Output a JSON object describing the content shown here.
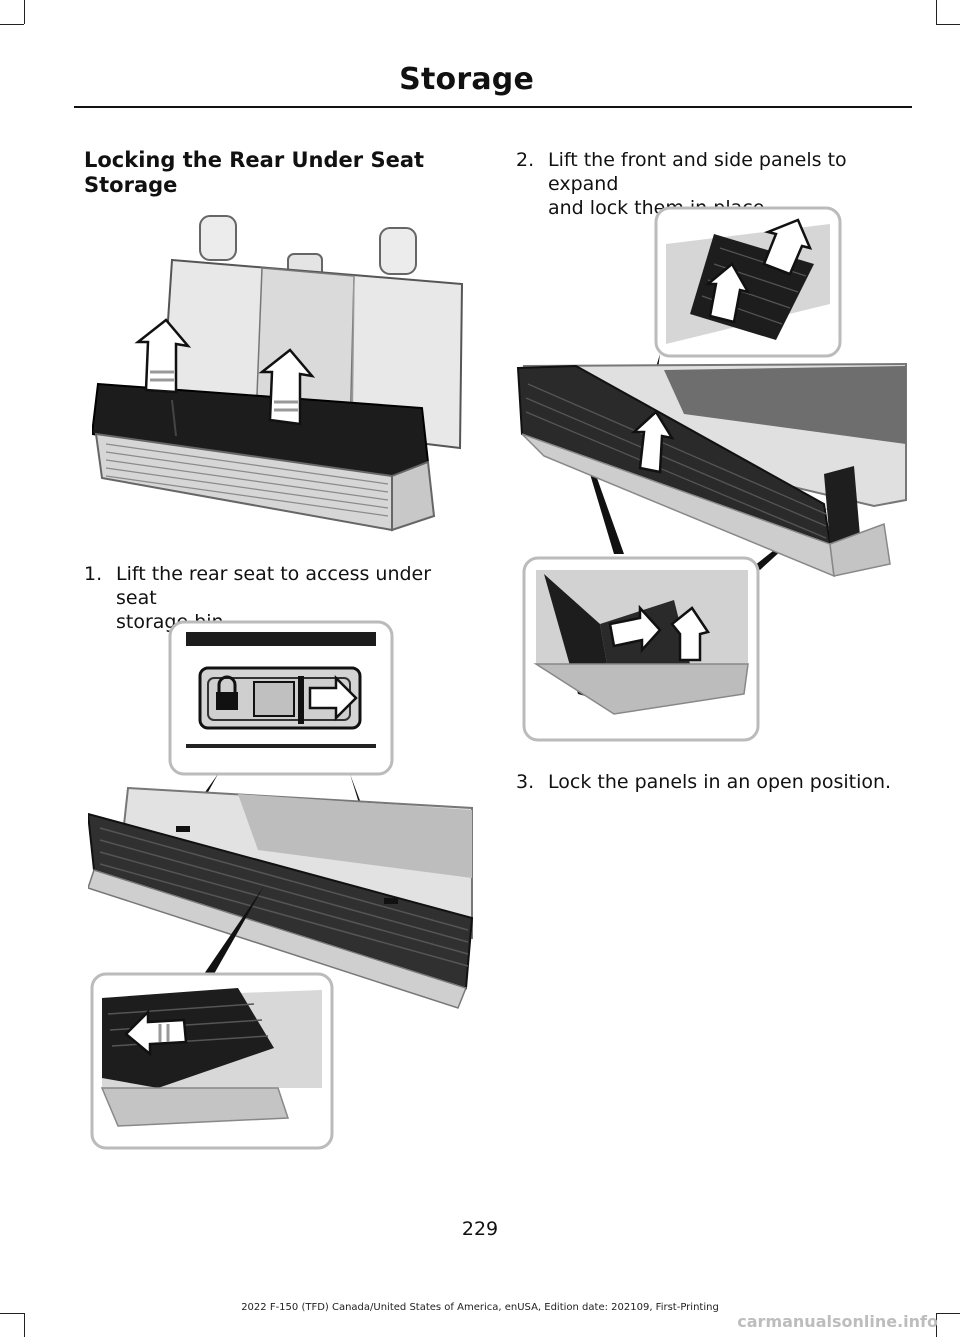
{
  "header": {
    "title": "Storage"
  },
  "section": {
    "heading": "Locking the Rear Under Seat Storage"
  },
  "steps": [
    {
      "number": "1.",
      "text_line1": "Lift the rear seat to access under seat",
      "text_line2": "storage bin."
    },
    {
      "number": "2.",
      "text_line1": "Lift the front and side panels to expand",
      "text_line2": "and lock them in place."
    },
    {
      "number": "3.",
      "text_line1": "Lock the panels in an open position."
    }
  ],
  "page_number": "229",
  "footer": "2022 F-150 (TFD) Canada/United States of America, enUSA, Edition date: 202109, First-Printing",
  "watermark": "carmanualsonline.info"
}
